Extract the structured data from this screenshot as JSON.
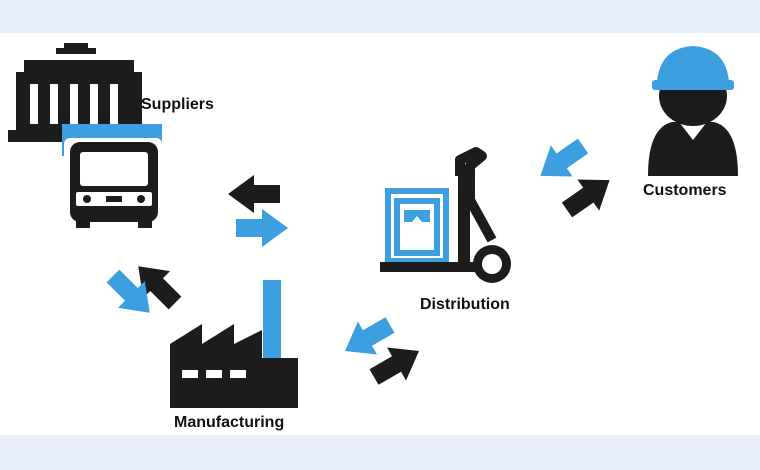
{
  "labels": {
    "suppliers": "Suppliers",
    "customers": "Customers",
    "distribution": "Distribution",
    "manufacturing": "Manufacturing"
  },
  "colors": {
    "blue": "#3d9ee0",
    "dark": "#1c1c1c",
    "background": "#e8effb"
  },
  "icons": {
    "suppliers": "building-icon",
    "transport": "truck-icon",
    "manufacturing": "factory-icon",
    "distribution": "hand-truck-icon",
    "customers": "worker-icon"
  }
}
